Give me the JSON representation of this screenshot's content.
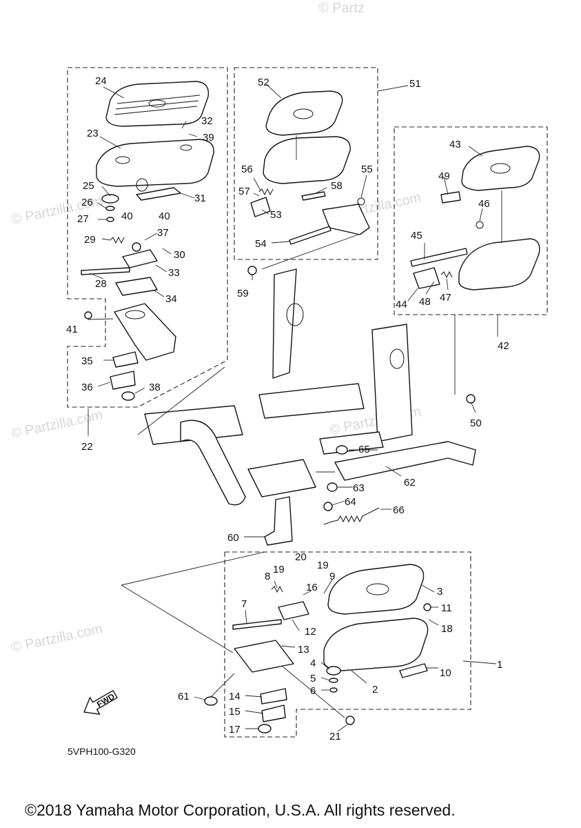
{
  "watermark_top": "© Partz",
  "watermark": "© Partzilla.com",
  "diagram_code": "5VPH100-G320",
  "fwd_label": "FWD",
  "copyright": "©2018 Yamaha Motor Corporation, U.S.A. All rights reserved.",
  "callouts": [
    "1",
    "2",
    "3",
    "4",
    "5",
    "6",
    "7",
    "8",
    "9",
    "10",
    "11",
    "12",
    "13",
    "14",
    "15",
    "16",
    "17",
    "18",
    "19",
    "19",
    "20",
    "21",
    "22",
    "23",
    "24",
    "25",
    "26",
    "27",
    "28",
    "29",
    "30",
    "31",
    "32",
    "33",
    "34",
    "35",
    "36",
    "37",
    "38",
    "39",
    "40",
    "40",
    "41",
    "42",
    "43",
    "44",
    "45",
    "46",
    "47",
    "48",
    "49",
    "50",
    "51",
    "52",
    "53",
    "54",
    "55",
    "56",
    "57",
    "58",
    "59",
    "60",
    "61",
    "62",
    "63",
    "64",
    "65",
    "66"
  ]
}
